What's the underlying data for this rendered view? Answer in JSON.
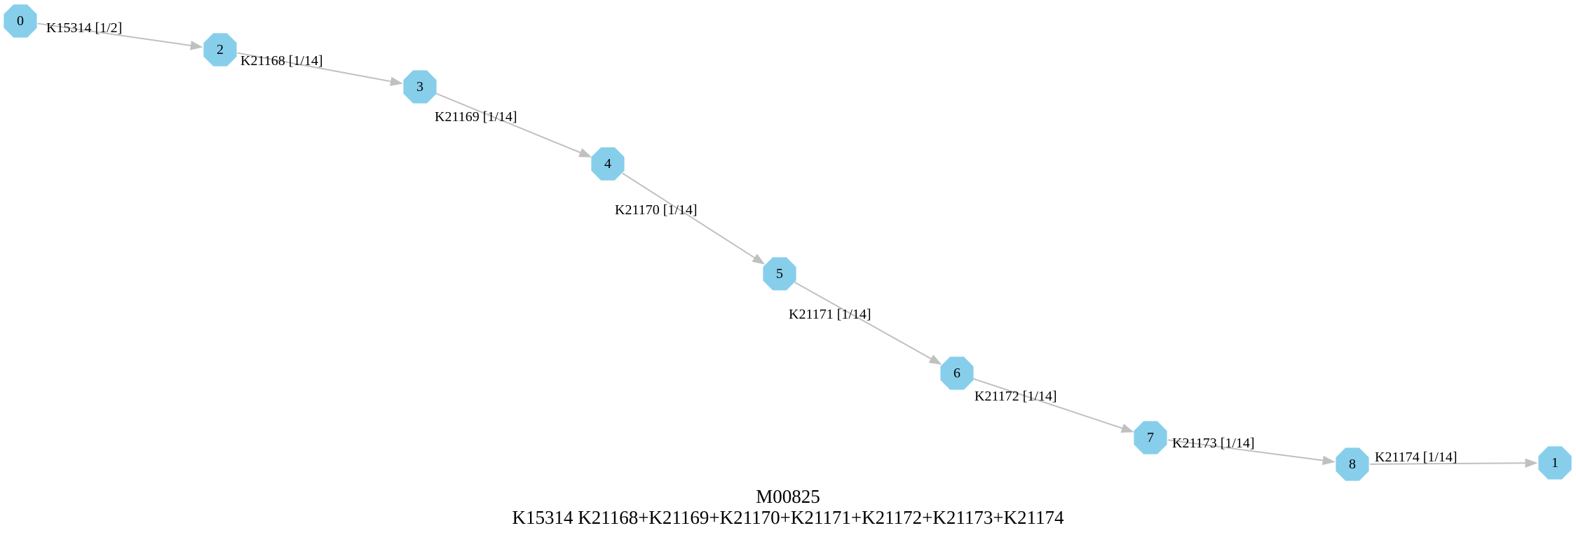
{
  "diagram": {
    "node_color": "#87ceeb",
    "edge_color": "#c0c0c0",
    "nodes": [
      {
        "id": "0",
        "label": "0"
      },
      {
        "id": "2",
        "label": "2"
      },
      {
        "id": "3",
        "label": "3"
      },
      {
        "id": "4",
        "label": "4"
      },
      {
        "id": "5",
        "label": "5"
      },
      {
        "id": "6",
        "label": "6"
      },
      {
        "id": "7",
        "label": "7"
      },
      {
        "id": "8",
        "label": "8"
      },
      {
        "id": "1",
        "label": "1"
      }
    ],
    "edges": [
      {
        "from": "0",
        "to": "2",
        "label": "K15314 [1/2]"
      },
      {
        "from": "2",
        "to": "3",
        "label": "K21168 [1/14]"
      },
      {
        "from": "3",
        "to": "4",
        "label": "K21169 [1/14]"
      },
      {
        "from": "4",
        "to": "5",
        "label": "K21170 [1/14]"
      },
      {
        "from": "5",
        "to": "6",
        "label": "K21171 [1/14]"
      },
      {
        "from": "6",
        "to": "7",
        "label": "K21172 [1/14]"
      },
      {
        "from": "7",
        "to": "8",
        "label": "K21173 [1/14]"
      },
      {
        "from": "8",
        "to": "1",
        "label": "K21174 [1/14]"
      }
    ]
  },
  "caption": {
    "title": "M00825",
    "definition": "K15314 K21168+K21169+K21170+K21171+K21172+K21173+K21174"
  }
}
